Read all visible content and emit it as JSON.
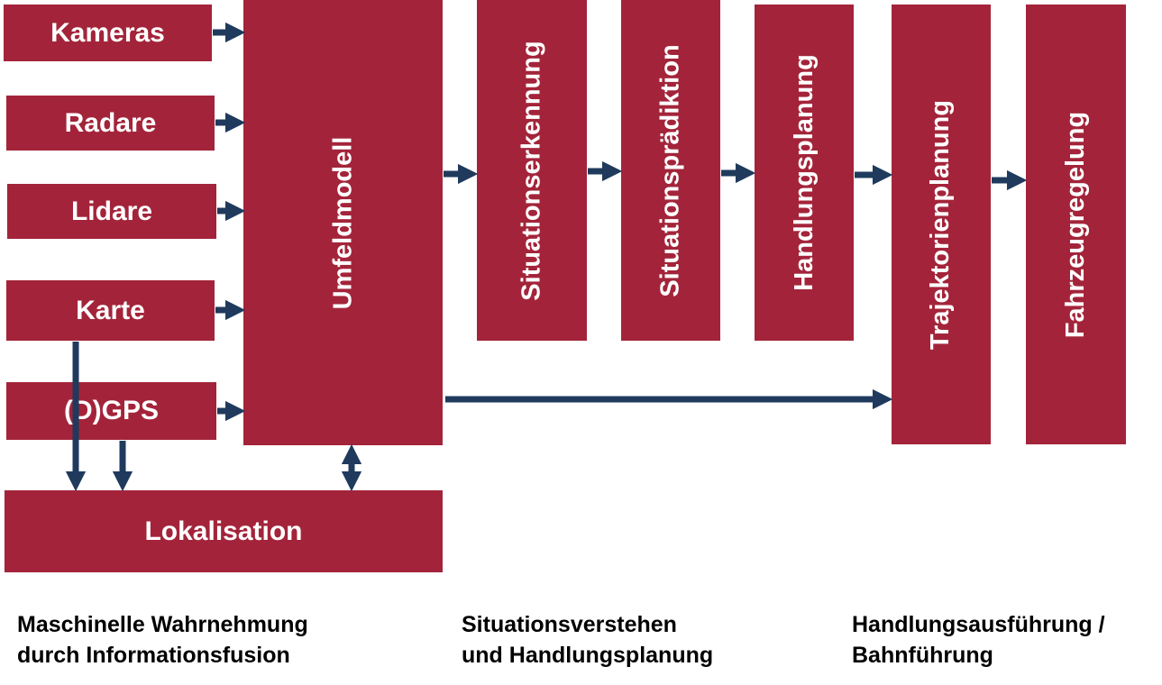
{
  "colors": {
    "box": "#a3243a",
    "arrow": "#1f3a5c",
    "text": "#ffffff"
  },
  "sensors": {
    "cameras": "Kameras",
    "radars": "Radare",
    "lidars": "Lidare",
    "map": "Karte",
    "gps": "(D)GPS"
  },
  "environment_model": "Umfeldmodell",
  "localization": "Lokalisation",
  "pipeline": {
    "situation_recognition": "Situationserkennung",
    "situation_prediction": "Situationsprädiktion",
    "action_planning": "Handlungsplanung",
    "trajectory_planning": "Trajektorienplanung",
    "vehicle_control": "Fahrzeugregelung"
  },
  "captions": {
    "perception_line1": "Maschinelle Wahrnehmung",
    "perception_line2": "durch Informationsfusion",
    "understanding_line1": "Situationsverstehen",
    "understanding_line2": "und Handlungsplanung",
    "execution_line1": "Handlungsausführung /",
    "execution_line2": "Bahnführung"
  }
}
